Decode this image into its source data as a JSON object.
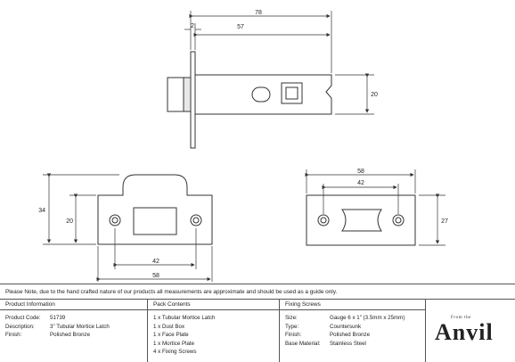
{
  "dimensions": {
    "overall_length": "78",
    "body_length": "57",
    "faceplate_thickness": "2",
    "body_height": "20",
    "faceplate_height": "34",
    "faceplate_recess": "20",
    "faceplate_width": "58",
    "faceplate_hole_centres": "42",
    "strike_width": "58",
    "strike_hole_centres": "42",
    "strike_height": "27"
  },
  "note": "Please Note, due to the hand crafted nature of our products all measurements are approximate and should be used as a guide only.",
  "product_info": {
    "header": "Product Information",
    "rows": [
      {
        "label": "Product Code:",
        "value": "51739"
      },
      {
        "label": "Description:",
        "value": "3\" Tubular Mortice Latch"
      },
      {
        "label": "Finish:",
        "value": "Polished Bronze"
      }
    ]
  },
  "pack_contents": {
    "header": "Pack Contents",
    "items": [
      "1 x Tubular Mortice Latch",
      "1 x Dust Box",
      "1 x Face Plate",
      "1 x Mortice Plate",
      "4 x Fixing Screws"
    ]
  },
  "fixing_screws": {
    "header": "Fixing Screws",
    "rows": [
      {
        "label": "Size:",
        "value": "Gauge 6 x 1\" (3.5mm x 25mm)"
      },
      {
        "label": "Type:",
        "value": "Countersunk"
      },
      {
        "label": "Finish:",
        "value": "Polished Bronze"
      },
      {
        "label": "Base Material:",
        "value": "Stainless Steel"
      }
    ]
  },
  "logo": {
    "small": "From the",
    "big": "Anvil"
  }
}
